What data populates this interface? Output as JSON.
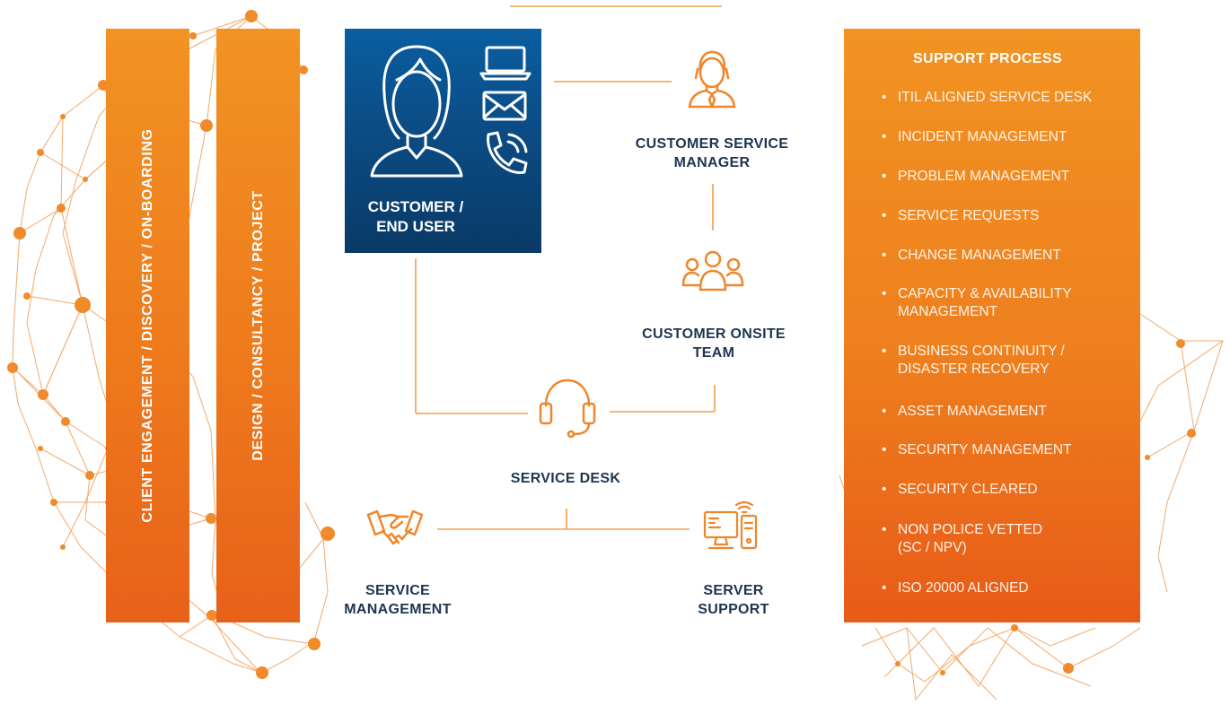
{
  "left_bars": [
    {
      "label": "CLIENT ENGAGEMENT / DISCOVERY / ON-BOARDING"
    },
    {
      "label": "DESIGN / CONSULTANCY / PROJECT"
    }
  ],
  "customer": {
    "label_line1": "CUSTOMER /",
    "label_line2": "END USER",
    "icons": [
      "person-headset-icon",
      "laptop-icon",
      "envelope-icon",
      "phone-icon"
    ]
  },
  "nodes": {
    "customer_service_manager": {
      "line1": "CUSTOMER SERVICE",
      "line2": "MANAGER",
      "icon": "manager-icon"
    },
    "customer_onsite_team": {
      "line1": "CUSTOMER ONSITE",
      "line2": "TEAM",
      "icon": "team-icon"
    },
    "service_desk": {
      "line1": "SERVICE DESK",
      "icon": "headset-icon"
    },
    "service_management": {
      "line1": "SERVICE",
      "line2": "MANAGEMENT",
      "icon": "handshake-icon"
    },
    "server_support": {
      "line1": "SERVER",
      "line2": "SUPPORT",
      "icon": "computer-icon"
    }
  },
  "support_process": {
    "title": "SUPPORT PROCESS",
    "items": [
      {
        "line1": "ITIL ALIGNED SERVICE DESK"
      },
      {
        "line1": "INCIDENT MANAGEMENT"
      },
      {
        "line1": "PROBLEM MANAGEMENT"
      },
      {
        "line1": "SERVICE REQUESTS"
      },
      {
        "line1": "CHANGE MANAGEMENT"
      },
      {
        "line1": "CAPACITY & AVAILABILITY",
        "line2": "MANAGEMENT"
      },
      {
        "line1": "BUSINESS CONTINUITY /",
        "line2": "DISASTER RECOVERY"
      },
      {
        "line1": "ASSET MANAGEMENT"
      },
      {
        "line1": "SECURITY MANAGEMENT"
      },
      {
        "line1": "SECURITY CLEARED"
      },
      {
        "line1": "NON POLICE VETTED",
        "line2": "(SC / NPV)"
      },
      {
        "line1": "ISO 20000 ALIGNED"
      }
    ]
  },
  "colors": {
    "orange": "#f29322",
    "orange_dark": "#e8611a",
    "navy": "#0b4a82",
    "label_text": "#1d3550",
    "connector": "#f0a04b"
  }
}
